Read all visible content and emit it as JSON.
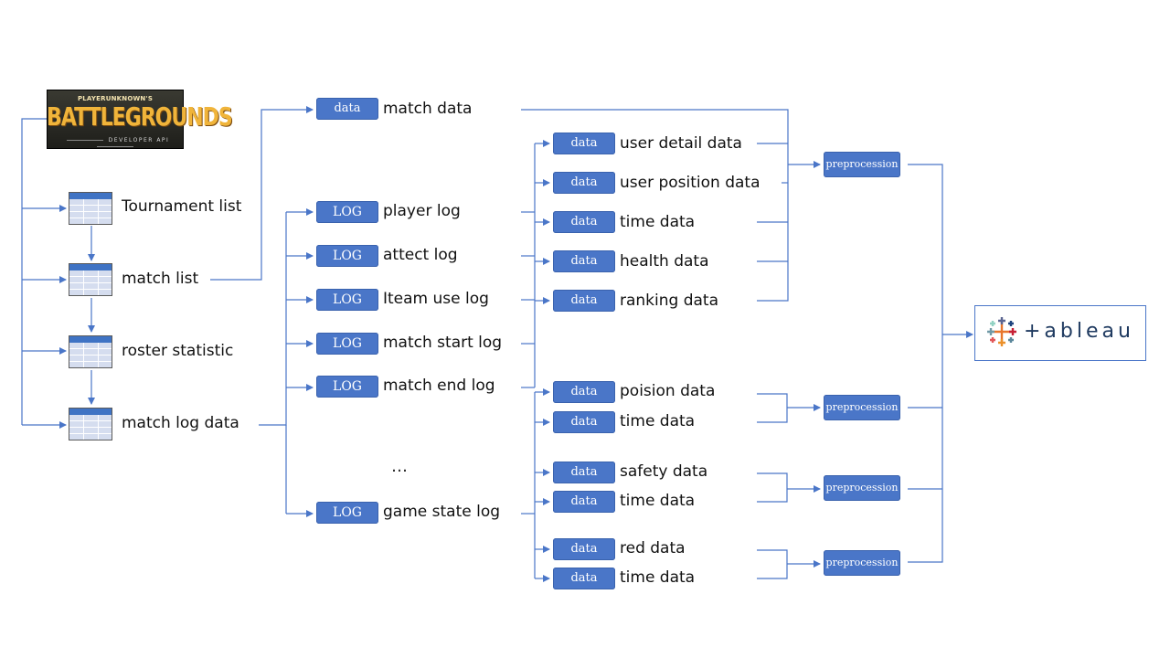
{
  "logo": {
    "top_text": "PLAYERUNKNOWN'S",
    "title": "BATTLEGROUNDS",
    "subtitle": "DEVELOPER API"
  },
  "tables": {
    "tournament_list": "Tournament list",
    "match_list": "match list",
    "roster_statistic": "roster statistic",
    "match_log_data": "match log data"
  },
  "pills": {
    "data": "data",
    "log": "LOG",
    "preprocession": "preprocession"
  },
  "match_data": "match data",
  "logs": {
    "player": "player log",
    "attect": "attect log",
    "iteam": "Iteam use log",
    "start": "match start log",
    "end": "match end log",
    "ellipsis": "…",
    "state": "game state log"
  },
  "player_data": {
    "user_detail": "user detail data",
    "user_position": "user position data",
    "time": "time data",
    "health": "health data",
    "ranking": "ranking data"
  },
  "state_data": {
    "poision": "poision data",
    "time1": "time data",
    "safety": "safety data",
    "time2": "time data",
    "red": "red data",
    "time3": "time data"
  },
  "tableau": {
    "wordmark": "+ableau"
  },
  "colors": {
    "line": "#4a76c8",
    "pill": "#4a76c8"
  }
}
